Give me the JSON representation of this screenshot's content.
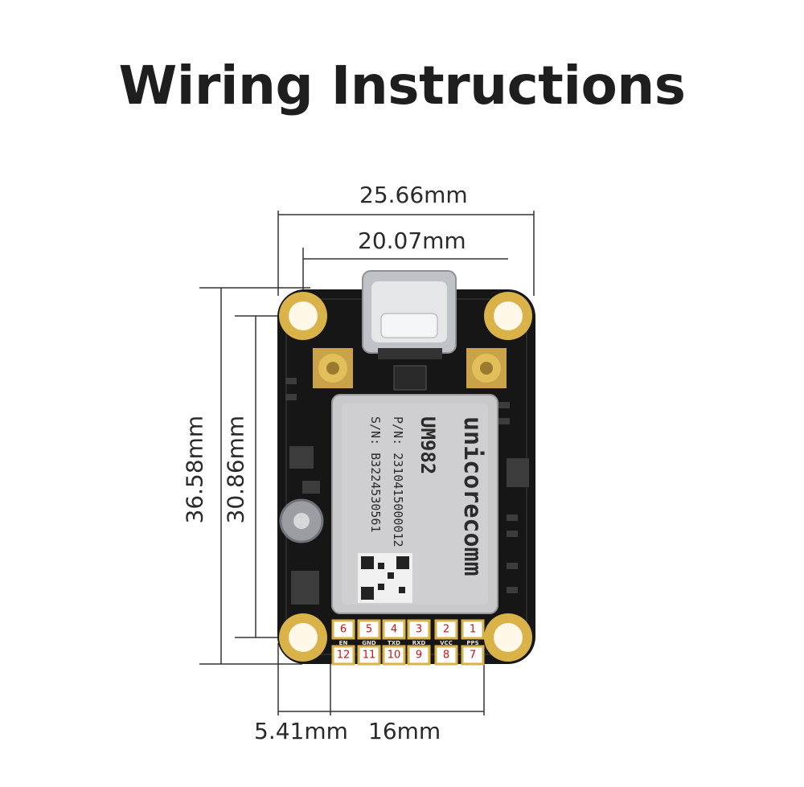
{
  "title": "Wiring Instructions",
  "dimensions": {
    "overall_width": "25.66mm",
    "hole_spacing_width": "20.07mm",
    "overall_height": "36.58mm",
    "hole_spacing_height": "30.86mm",
    "pin_offset": "5.41mm",
    "pin_span": "16mm"
  },
  "module": {
    "brand": "unicorecomm",
    "model": "UM982",
    "pn": "P/N: 2310415000012",
    "sn": "S/N: B3224530561"
  },
  "pins": {
    "top_row": [
      {
        "num": "6",
        "label": "EN"
      },
      {
        "num": "5",
        "label": "GND"
      },
      {
        "num": "4",
        "label": "TXD"
      },
      {
        "num": "3",
        "label": "RXD"
      },
      {
        "num": "2",
        "label": "VCC"
      },
      {
        "num": "1",
        "label": "PPS"
      }
    ],
    "bottom_row": [
      {
        "num": "12"
      },
      {
        "num": "11"
      },
      {
        "num": "10"
      },
      {
        "num": "9"
      },
      {
        "num": "8"
      },
      {
        "num": "7"
      }
    ]
  },
  "colors": {
    "pcb": "#161616",
    "gold": "#d9b24a",
    "pin_number": "#d01010",
    "module_shield": "#c9c9cb"
  }
}
